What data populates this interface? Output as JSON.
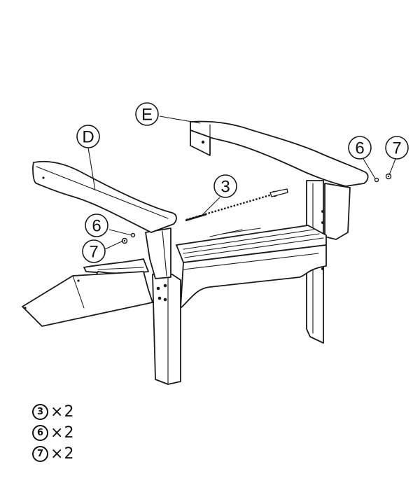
{
  "callouts": {
    "part_d": "D",
    "part_e": "E",
    "bolt": "3",
    "washer_left": "6",
    "nut_left": "7",
    "washer_right": "6",
    "nut_right": "7"
  },
  "hardware_list": [
    {
      "num": "3",
      "times": "×",
      "qty": "2"
    },
    {
      "num": "6",
      "times": "×",
      "qty": "2"
    },
    {
      "num": "7",
      "times": "×",
      "qty": "2"
    }
  ]
}
